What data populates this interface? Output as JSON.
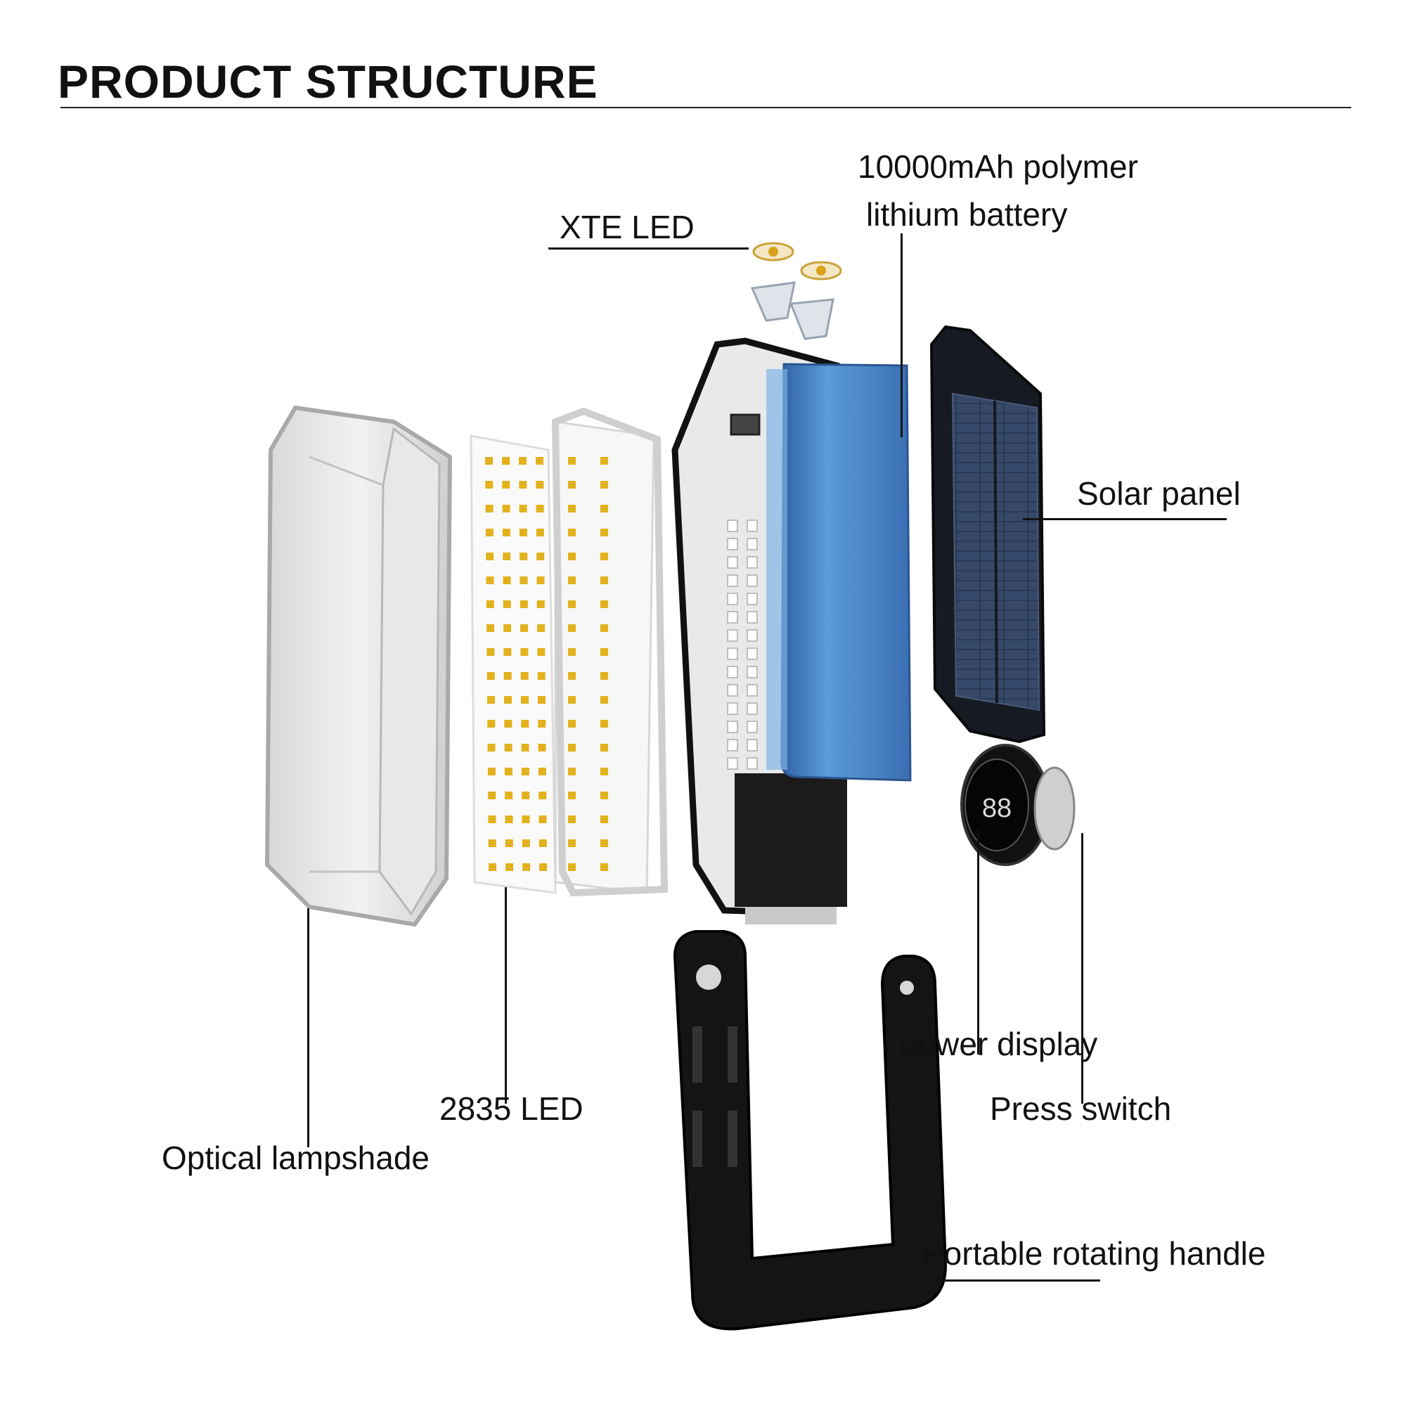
{
  "header": {
    "title": "PRODUCT STRUCTURE"
  },
  "labels": {
    "battery_line1": "10000mAh polymer",
    "battery_line2": "lithium battery",
    "xte_led": "XTE LED",
    "solar_panel": "Solar panel",
    "power_display": "power display",
    "press_switch": "Press switch",
    "led_2835": "2835 LED",
    "optical_lampshade": "Optical lampshade",
    "handle": "Portable rotating handle"
  },
  "display": {
    "readout": "88"
  },
  "colors": {
    "battery": "#4a7fc0",
    "solar": "#1f2836",
    "led_chip": "#e2b21e",
    "frame": "#111111"
  }
}
